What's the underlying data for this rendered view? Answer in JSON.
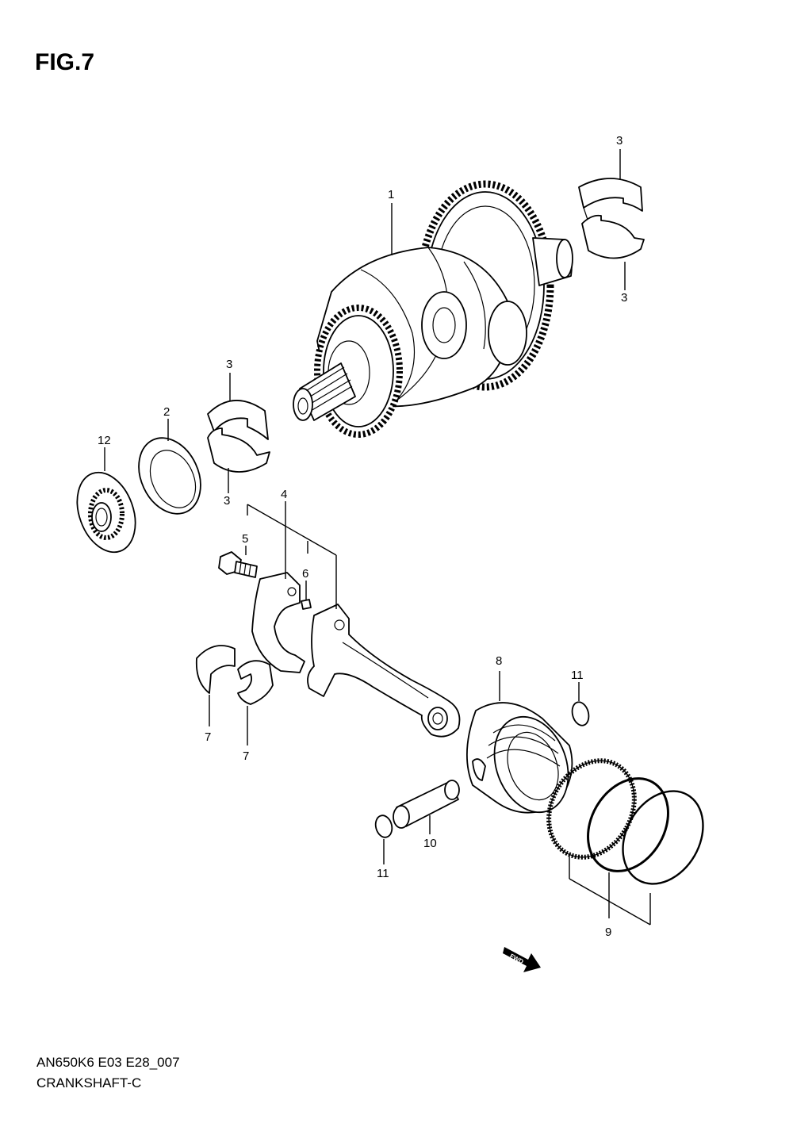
{
  "figure": {
    "title": "FIG.7"
  },
  "footer": {
    "code": "AN650K6 E03 E28_007",
    "name": "CRANKSHAFT-C"
  },
  "callouts": {
    "c1": "1",
    "c2": "2",
    "c3a": "3",
    "c3b": "3",
    "c3c": "3",
    "c3d": "3",
    "c4": "4",
    "c5": "5",
    "c6": "6",
    "c7a": "7",
    "c7b": "7",
    "c8": "8",
    "c9": "9",
    "c10": "10",
    "c11a": "11",
    "c11b": "11",
    "c12": "12"
  },
  "fwd": {
    "label": "FWD"
  }
}
